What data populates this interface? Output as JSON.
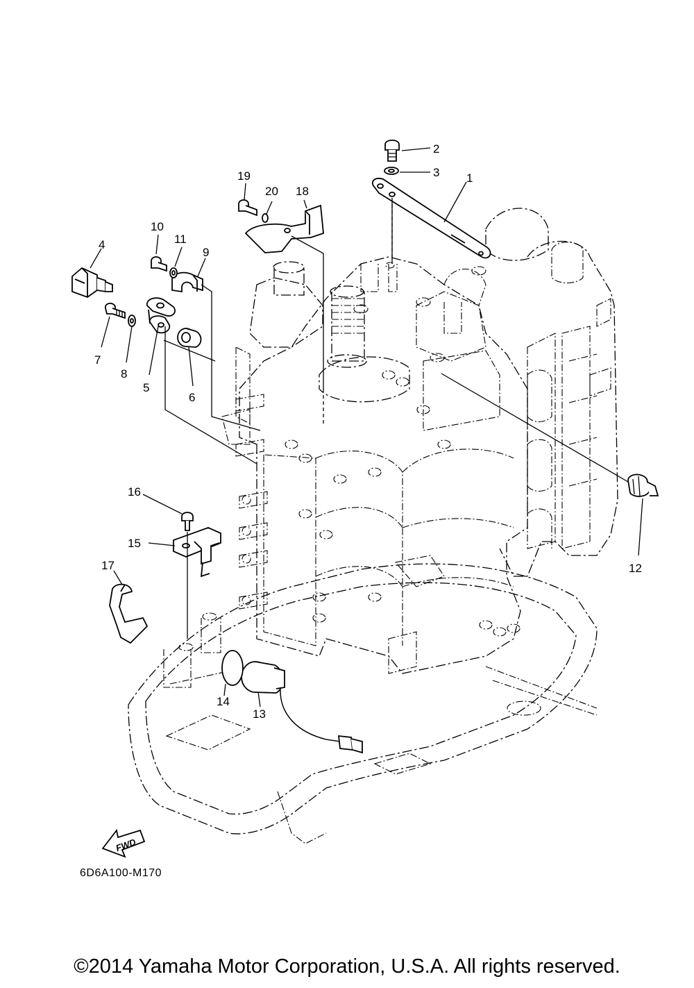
{
  "diagram_code": "6D6A100-M170",
  "fwd_label": "FWD",
  "copyright": "©2014 Yamaha Motor Corporation, U.S.A. All rights reserved.",
  "callouts": {
    "c1": "1",
    "c2": "2",
    "c3": "3",
    "c4": "4",
    "c5": "5",
    "c6": "6",
    "c7": "7",
    "c8": "8",
    "c9": "9",
    "c10": "10",
    "c11": "11",
    "c12": "12",
    "c13": "13",
    "c14": "14",
    "c15": "15",
    "c16": "16",
    "c17": "17",
    "c18": "18",
    "c19": "19",
    "c20": "20"
  }
}
